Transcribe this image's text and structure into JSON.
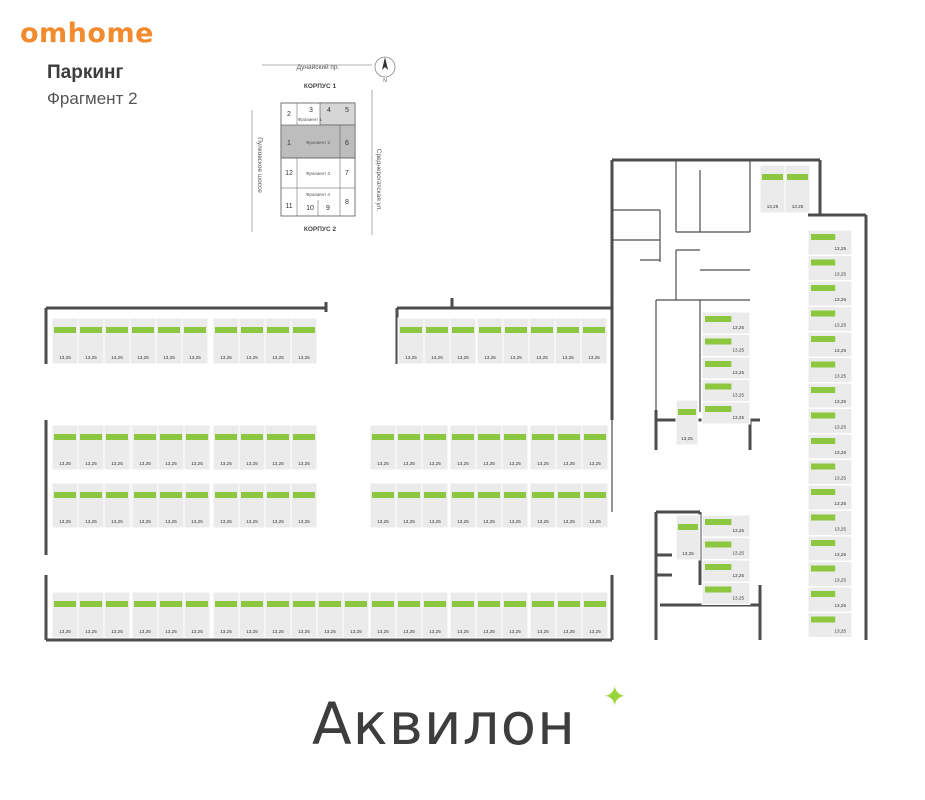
{
  "brand": "omhome",
  "title": "Паркинг",
  "subtitle": "Фрагмент 2",
  "keyplan": {
    "street_top": "Дунайский пр.",
    "street_left": "Пулковское шоссе",
    "street_right": "Среднерогатская ул.",
    "korpus_top": "КОРПУС 1",
    "korpus_bottom": "КОРПУС 2",
    "compass": "N",
    "fragments": [
      "Фрагмент 1",
      "Фрагмент 2",
      "Фрагмент 3",
      "Фрагмент 4"
    ],
    "numbers": [
      "1",
      "2",
      "3",
      "4",
      "5",
      "6",
      "7",
      "8",
      "9",
      "10",
      "11",
      "12"
    ]
  },
  "area_label": "13,25",
  "logo_text": "Аквилон",
  "colors": {
    "brand": "#f28a2e",
    "spot": "#8dc63f",
    "spot_fill": "#ebebeb",
    "wall": "#4d4d4d",
    "highlight": "#bdbdbd"
  }
}
